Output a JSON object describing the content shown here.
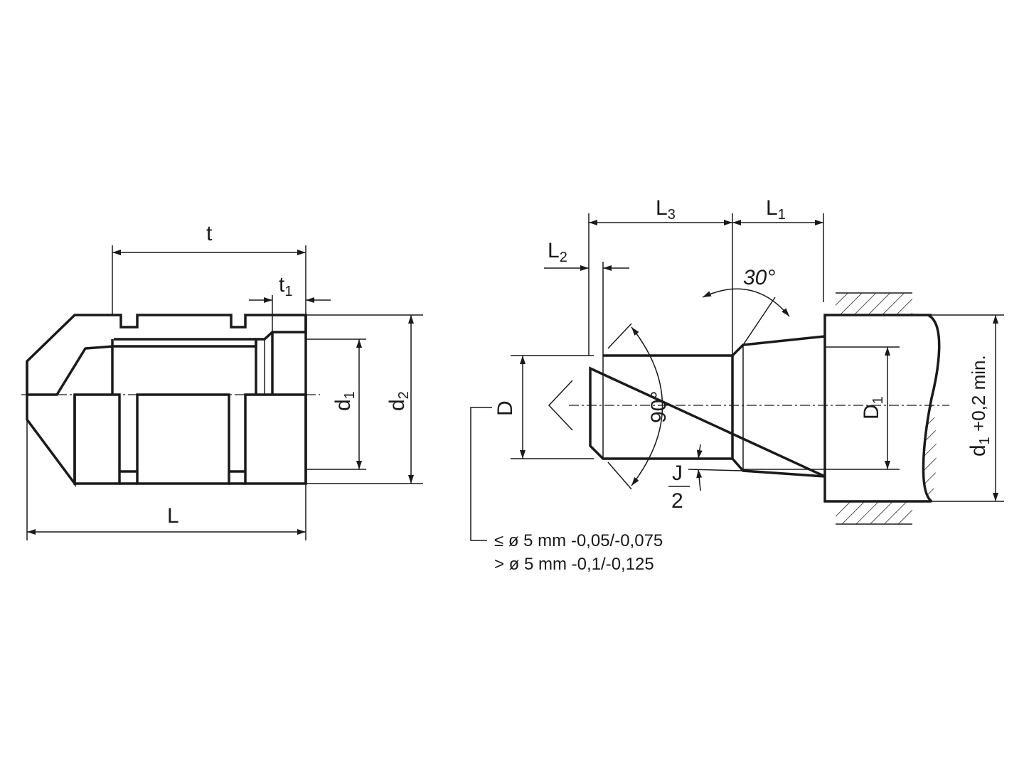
{
  "left_view": {
    "dim_t": "t",
    "dim_t1_main": "t",
    "dim_t1_sub": "1",
    "dim_d1_main": "d",
    "dim_d1_sub": "1",
    "dim_d2_main": "d",
    "dim_d2_sub": "2",
    "dim_L": "L"
  },
  "right_view": {
    "dim_L3_main": "L",
    "dim_L3_sub": "3",
    "dim_L1_main": "L",
    "dim_L1_sub": "1",
    "dim_L2_main": "L",
    "dim_L2_sub": "2",
    "angle_30": "30°",
    "angle_90": "90°",
    "dim_D": "D",
    "dim_D1_main": "D",
    "dim_D1_sub": "1",
    "dim_hole_main": "d",
    "dim_hole_sub": "1",
    "dim_hole_suffix": " +0,2 min.",
    "dim_J": "J",
    "dim_J_den": "2"
  },
  "notes": [
    "≤ ø 5 mm -0,05/-0,075",
    "> ø 5 mm -0,1/-0,125"
  ]
}
